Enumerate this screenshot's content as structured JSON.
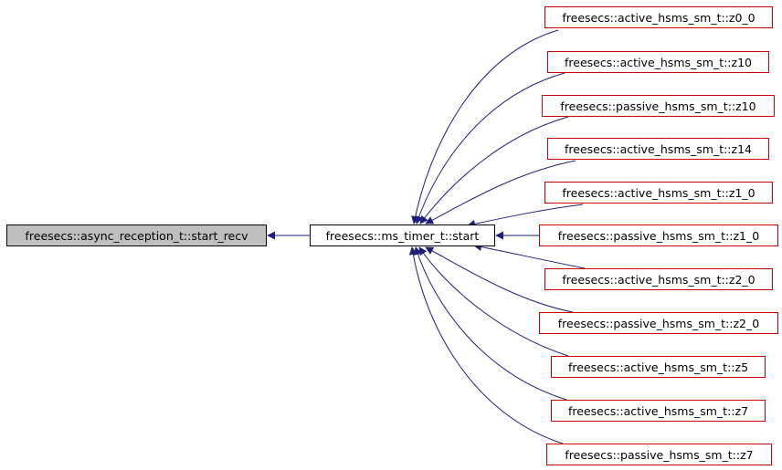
{
  "nodes": {
    "root": "freesecs::async_reception_t::start_recv",
    "timer": "freesecs::ms_timer_t::start",
    "callers": [
      "freesecs::active_hsms_sm_t::z0_0",
      "freesecs::active_hsms_sm_t::z10",
      "freesecs::passive_hsms_sm_t::z10",
      "freesecs::active_hsms_sm_t::z14",
      "freesecs::active_hsms_sm_t::z1_0",
      "freesecs::passive_hsms_sm_t::z1_0",
      "freesecs::active_hsms_sm_t::z2_0",
      "freesecs::passive_hsms_sm_t::z2_0",
      "freesecs::active_hsms_sm_t::z5",
      "freesecs::active_hsms_sm_t::z7",
      "freesecs::passive_hsms_sm_t::z7"
    ]
  },
  "colors": {
    "edge": "#1f1f7a",
    "caller_border": "#cc0000",
    "root_fill": "#bfbfbf"
  }
}
